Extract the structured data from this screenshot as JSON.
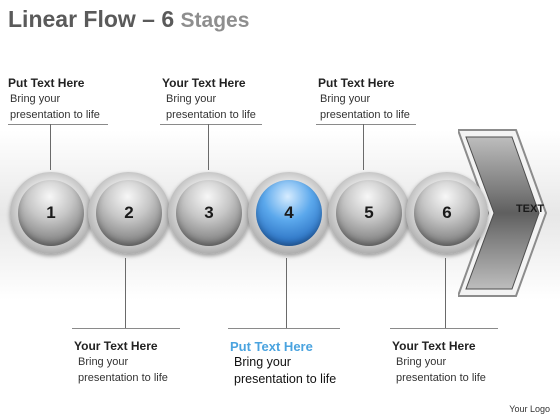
{
  "title": {
    "main": "Linear Flow – 6",
    "sub": "Stages"
  },
  "stages": [
    {
      "number": "1",
      "active": false
    },
    {
      "number": "2",
      "active": false
    },
    {
      "number": "3",
      "active": false
    },
    {
      "number": "4",
      "active": true
    },
    {
      "number": "5",
      "active": false
    },
    {
      "number": "6",
      "active": false
    }
  ],
  "arrow": {
    "label": "TEXT"
  },
  "callouts": {
    "top": [
      {
        "title": "Put Text Here",
        "line1": "Bring your",
        "line2": "presentation to life"
      },
      {
        "title": "Your Text Here",
        "line1": "Bring your",
        "line2": "presentation  to life"
      },
      {
        "title": "Put Text Here",
        "line1": "Bring your",
        "line2": "presentation to life"
      }
    ],
    "bottom": [
      {
        "title": "Your Text Here",
        "line1": "Bring your",
        "line2": "presentation to life"
      },
      {
        "title": "Put Text Here",
        "line1": "Bring your",
        "line2": "presentation to life"
      },
      {
        "title": "Your Text Here",
        "line1": "Bring your",
        "line2": "presentation to life"
      }
    ]
  },
  "logo": "Your Logo",
  "colors": {
    "title": "#5a5a5a",
    "subtitle": "#8e8e8e",
    "highlight": "#4aa3df",
    "active_stage": "#3d86d6"
  }
}
